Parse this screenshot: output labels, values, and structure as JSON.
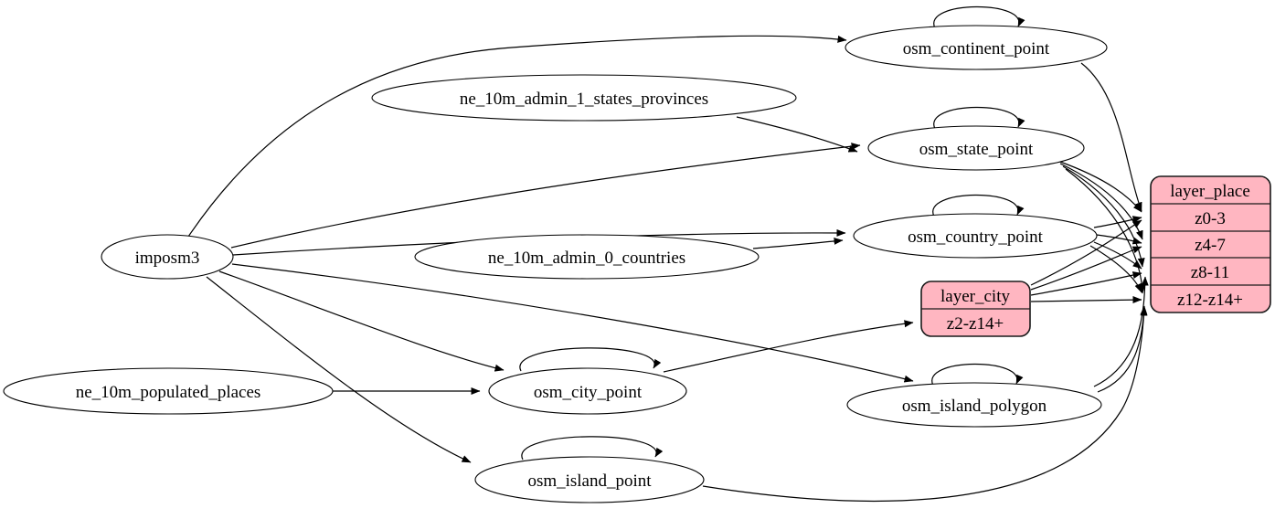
{
  "colors": {
    "background": "#ffffff",
    "node_fill": "#ffffff",
    "record_fill": "#ffb6c1",
    "stroke": "#000000"
  },
  "nodes": {
    "imposm3": {
      "label": "imposm3"
    },
    "ne_10m_admin_1_states_provinces": {
      "label": "ne_10m_admin_1_states_provinces"
    },
    "ne_10m_admin_0_countries": {
      "label": "ne_10m_admin_0_countries"
    },
    "ne_10m_populated_places": {
      "label": "ne_10m_populated_places"
    },
    "osm_continent_point": {
      "label": "osm_continent_point"
    },
    "osm_state_point": {
      "label": "osm_state_point"
    },
    "osm_country_point": {
      "label": "osm_country_point"
    },
    "osm_city_point": {
      "label": "osm_city_point"
    },
    "osm_island_polygon": {
      "label": "osm_island_polygon"
    },
    "osm_island_point": {
      "label": "osm_island_point"
    }
  },
  "records": {
    "layer_city": {
      "title": "layer_city",
      "rows": [
        "z2-z14+"
      ]
    },
    "layer_place": {
      "title": "layer_place",
      "rows": [
        "z0-3",
        "z4-7",
        "z8-11",
        "z12-z14+"
      ]
    }
  },
  "edges": [
    {
      "from": "imposm3",
      "to": "osm_continent_point"
    },
    {
      "from": "imposm3",
      "to": "osm_state_point"
    },
    {
      "from": "imposm3",
      "to": "osm_country_point"
    },
    {
      "from": "imposm3",
      "to": "osm_city_point"
    },
    {
      "from": "imposm3",
      "to": "osm_island_polygon"
    },
    {
      "from": "imposm3",
      "to": "osm_island_point"
    },
    {
      "from": "ne_10m_admin_1_states_provinces",
      "to": "osm_state_point"
    },
    {
      "from": "ne_10m_admin_0_countries",
      "to": "osm_country_point"
    },
    {
      "from": "ne_10m_populated_places",
      "to": "osm_city_point"
    },
    {
      "from": "osm_continent_point",
      "to": "osm_continent_point"
    },
    {
      "from": "osm_state_point",
      "to": "osm_state_point"
    },
    {
      "from": "osm_country_point",
      "to": "osm_country_point"
    },
    {
      "from": "osm_city_point",
      "to": "osm_city_point"
    },
    {
      "from": "osm_island_polygon",
      "to": "osm_island_polygon"
    },
    {
      "from": "osm_island_point",
      "to": "osm_island_point"
    },
    {
      "from": "osm_city_point",
      "to": "layer_city:z2-z14+"
    },
    {
      "from": "osm_continent_point",
      "to": "layer_place:z0-3"
    },
    {
      "from": "osm_state_point",
      "to": "layer_place:z0-3"
    },
    {
      "from": "osm_state_point",
      "to": "layer_place:z4-7"
    },
    {
      "from": "osm_state_point",
      "to": "layer_place:z8-11"
    },
    {
      "from": "osm_state_point",
      "to": "layer_place:z12-z14+"
    },
    {
      "from": "osm_country_point",
      "to": "layer_place:z0-3"
    },
    {
      "from": "osm_country_point",
      "to": "layer_place:z4-7"
    },
    {
      "from": "osm_country_point",
      "to": "layer_place:z8-11"
    },
    {
      "from": "osm_country_point",
      "to": "layer_place:z12-z14+"
    },
    {
      "from": "layer_city",
      "to": "layer_place:z0-3"
    },
    {
      "from": "layer_city",
      "to": "layer_place:z4-7"
    },
    {
      "from": "layer_city",
      "to": "layer_place:z8-11"
    },
    {
      "from": "layer_city",
      "to": "layer_place:z12-z14+"
    },
    {
      "from": "osm_island_polygon",
      "to": "layer_place:z8-11"
    },
    {
      "from": "osm_island_polygon",
      "to": "layer_place:z12-z14+"
    },
    {
      "from": "osm_island_point",
      "to": "layer_place:z12-z14+"
    }
  ]
}
